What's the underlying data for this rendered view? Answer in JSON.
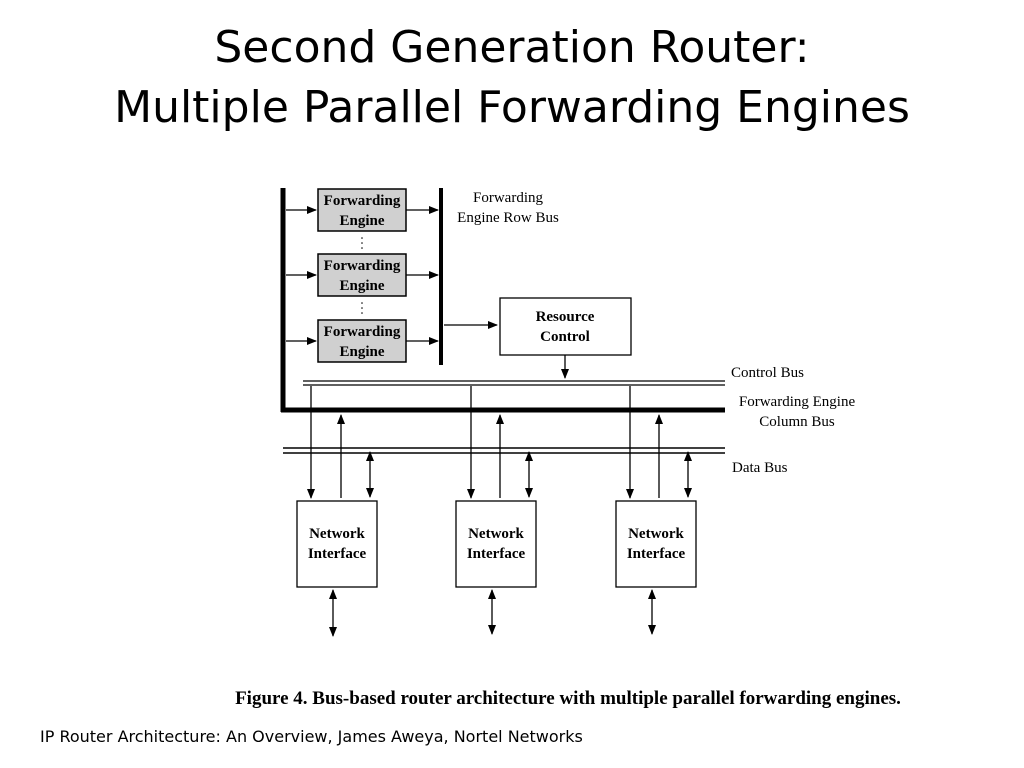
{
  "slide": {
    "title_line1": "Second Generation Router:",
    "title_line2": "Multiple Parallel Forwarding Engines",
    "caption": "Figure 4. Bus-based router architecture with multiple parallel forwarding engines.",
    "footer": "IP Router Architecture: An Overview, James Aweya, Nortel Networks"
  },
  "diagram": {
    "forwarding_engines": [
      {
        "line1": "Forwarding",
        "line2": "Engine"
      },
      {
        "line1": "Forwarding",
        "line2": "Engine"
      },
      {
        "line1": "Forwarding",
        "line2": "Engine"
      }
    ],
    "resource_control": {
      "line1": "Resource",
      "line2": "Control"
    },
    "network_interfaces": [
      {
        "line1": "Network",
        "line2": "Interface"
      },
      {
        "line1": "Network",
        "line2": "Interface"
      },
      {
        "line1": "Network",
        "line2": "Interface"
      }
    ],
    "labels": {
      "row_bus_line1": "Forwarding",
      "row_bus_line2": "Engine Row Bus",
      "control_bus": "Control Bus",
      "column_bus_line1": "Forwarding Engine",
      "column_bus_line2": "Column Bus",
      "data_bus": "Data Bus"
    },
    "colors": {
      "engine_fill": "#d0d0d0",
      "stroke": "#000000"
    }
  }
}
